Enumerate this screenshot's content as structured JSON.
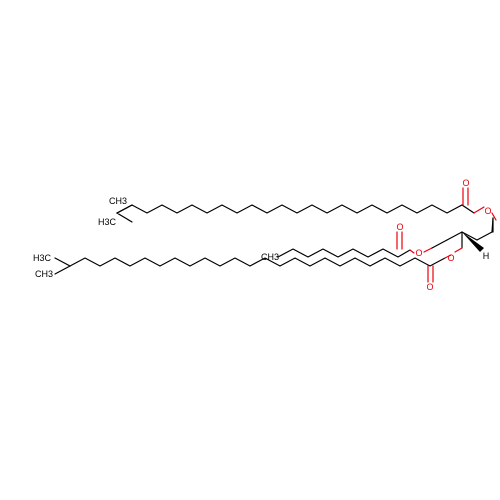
{
  "molecule": {
    "colors": {
      "carbon": "#000000",
      "oxygen": "#e8000b"
    },
    "labels": {
      "ch3": "CH3",
      "h3c": "H3C",
      "o": "O",
      "h": "H"
    }
  }
}
